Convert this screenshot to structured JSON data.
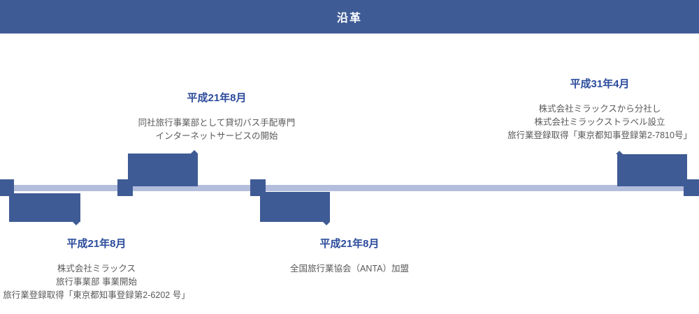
{
  "header": {
    "title": "沿革"
  },
  "colors": {
    "header_bg": "#3F5B95",
    "node_and_flag": "#3F5B95",
    "track": "#B3BDDC",
    "date_text": "#2B4B9B",
    "body_text": "#595959",
    "header_text": "#FFFFFF"
  },
  "timeline": {
    "milestones": [
      {
        "date": "平成21年8月",
        "side": "below",
        "lines": [
          "株式会社ミラックス",
          "旅行事業部 事業開始",
          "旅行業登録取得「東京都知事登録第2-6202 号」"
        ]
      },
      {
        "date": "平成21年8月",
        "side": "above",
        "lines": [
          "同社旅行事業部として貸切バス手配専門",
          "インターネットサービスの開始"
        ]
      },
      {
        "date": "平成21年8月",
        "side": "below",
        "lines": [
          "全国旅行業協会（ANTA）加盟"
        ]
      },
      {
        "date": "平成31年4月",
        "side": "above",
        "lines": [
          "株式会社ミラックスから分社し",
          "株式会社ミラックストラベル設立",
          "旅行業登録取得「東京都知事登録第2-7810号」"
        ]
      }
    ]
  }
}
